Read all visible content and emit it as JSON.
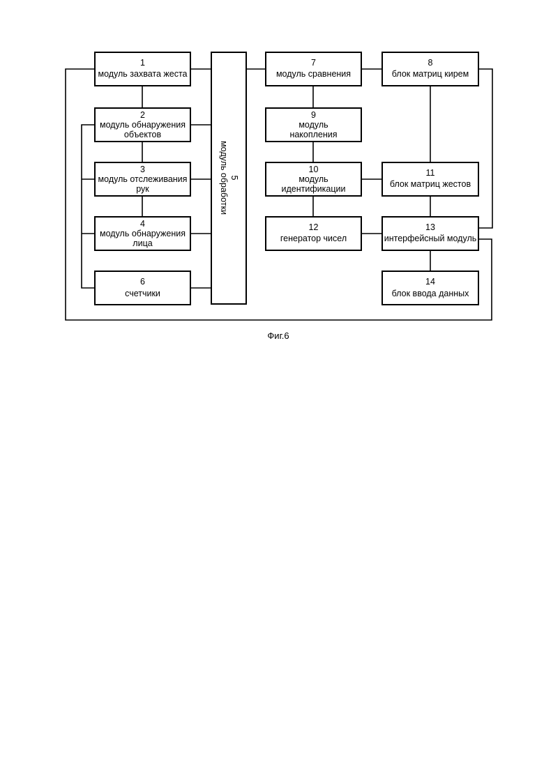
{
  "blocks": {
    "b1": {
      "num": "1",
      "lines": [
        "модуль захвата жеста"
      ]
    },
    "b2": {
      "num": "2",
      "lines": [
        "модуль обнаружения",
        "объектов"
      ]
    },
    "b3": {
      "num": "3",
      "lines": [
        "модуль отслеживания",
        "рук"
      ]
    },
    "b4": {
      "num": "4",
      "lines": [
        "модуль обнаружения",
        "лица"
      ]
    },
    "b5": {
      "num": "5",
      "lines": [
        "модуль обработки"
      ]
    },
    "b6": {
      "num": "6",
      "lines": [
        "счетчики"
      ]
    },
    "b7": {
      "num": "7",
      "lines": [
        "модуль сравнения"
      ]
    },
    "b8": {
      "num": "8",
      "lines": [
        "блок матриц кирем"
      ]
    },
    "b9": {
      "num": "9",
      "lines": [
        "модуль",
        "накопления"
      ]
    },
    "b10": {
      "num": "10",
      "lines": [
        "модуль",
        "идентификации"
      ]
    },
    "b11": {
      "num": "11",
      "lines": [
        "блок матриц жестов"
      ]
    },
    "b12": {
      "num": "12",
      "lines": [
        "генератор чисел"
      ]
    },
    "b13": {
      "num": "13",
      "lines": [
        "интерфейсный модуль"
      ]
    },
    "b14": {
      "num": "14",
      "lines": [
        "блок ввода данных"
      ]
    }
  },
  "caption": "Фиг.6"
}
